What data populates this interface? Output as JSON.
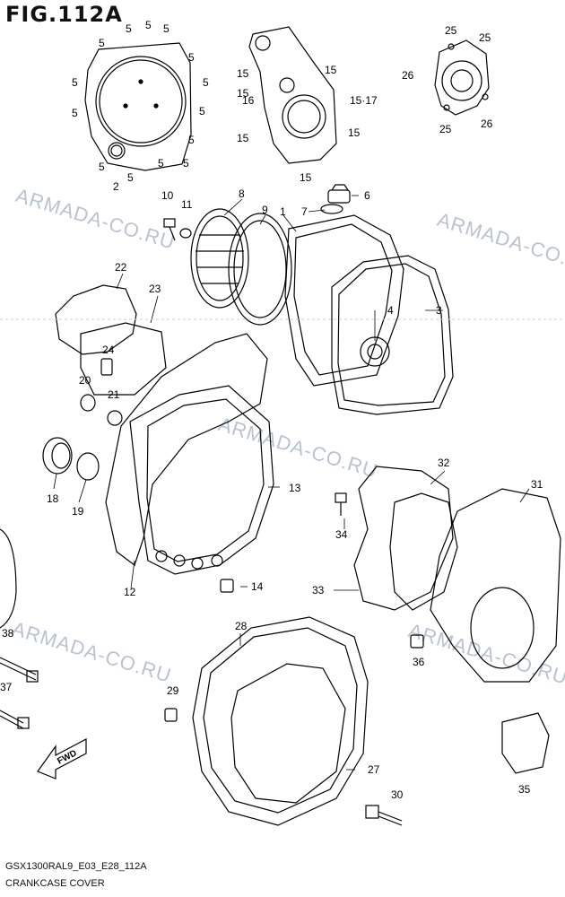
{
  "title": "FIG.112A",
  "watermark": "ARMADA-CO.RU",
  "footer": {
    "code": "GSX1300RAL9_E03_E28_112A",
    "name": "CRANKCASE COVER"
  },
  "fwd_label": "FWD",
  "part_labels": [
    "1",
    "2",
    "3",
    "4",
    "5",
    "6",
    "7",
    "8",
    "9",
    "10",
    "11",
    "12",
    "13",
    "14",
    "15",
    "15·17",
    "16",
    "18",
    "19",
    "20",
    "21",
    "22",
    "23",
    "24",
    "25",
    "26",
    "27",
    "28",
    "29",
    "30",
    "31",
    "32",
    "33",
    "34",
    "35",
    "36",
    "37",
    "38"
  ]
}
